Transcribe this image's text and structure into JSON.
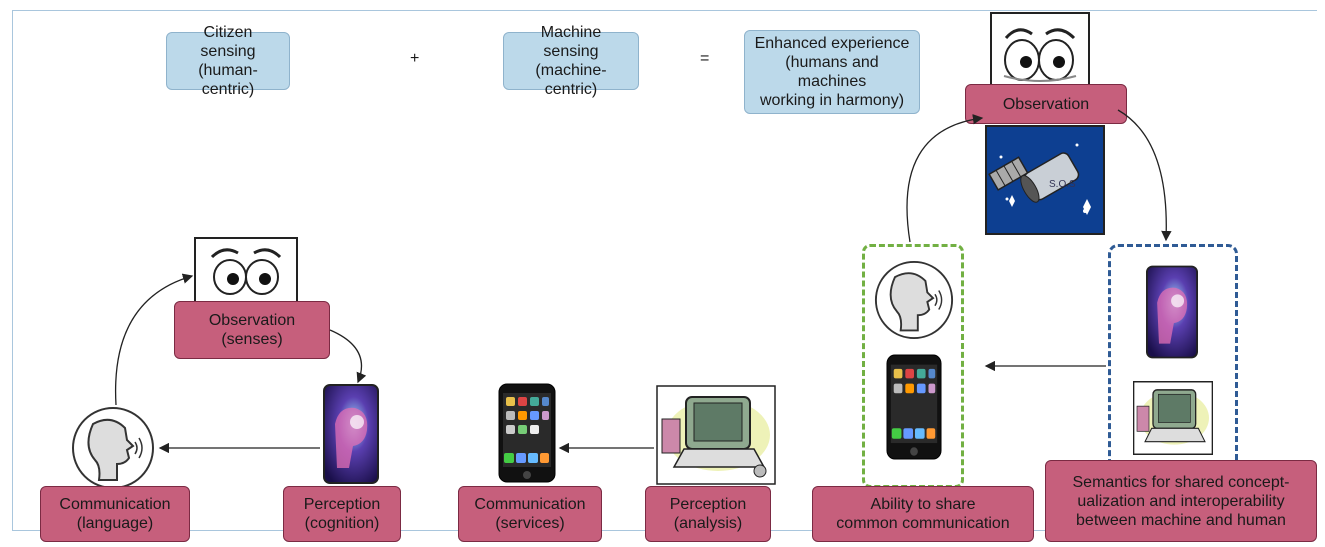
{
  "header": {
    "citizen": [
      "Citizen sensing",
      "(human-centric)"
    ],
    "plus": "+",
    "machine": [
      "Machine sensing",
      "(machine-centric)"
    ],
    "equals": "=",
    "enhanced": [
      "Enhanced experience",
      "(humans and machines",
      "working in harmony)"
    ]
  },
  "left_cycle": {
    "observation": [
      "Observation",
      "(senses)"
    ],
    "perception": [
      "Perception",
      "(cognition)"
    ],
    "communication": [
      "Communication",
      "(language)"
    ]
  },
  "middle_chain": {
    "perception": [
      "Perception",
      "(analysis)"
    ],
    "communication": [
      "Communication",
      "(services)"
    ]
  },
  "right_cycle": {
    "observation": "Observation",
    "satellite_text": "S.O.S",
    "ability": [
      "Ability to share",
      "common communication"
    ],
    "semantics": [
      "Semantics for shared concept-",
      "ualization and interoperability",
      "between machine and human"
    ]
  },
  "colors": {
    "label_fill": "#c65f7c",
    "label_border": "#7b2a43",
    "header_fill": "#bcd9ea",
    "green_dash": "#72b043",
    "blue_dash": "#2f5b95"
  },
  "icons": [
    "eyes-icon",
    "head-profile-icon",
    "brain-head-icon",
    "smartphone-icon",
    "computer-icon",
    "satellite-icon"
  ]
}
